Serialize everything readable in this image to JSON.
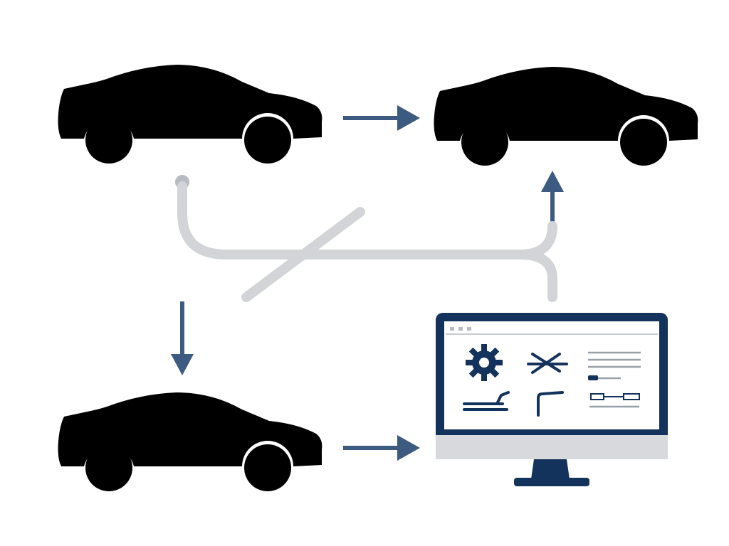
{
  "diagram": {
    "colors": {
      "primary": "#13325c",
      "faded": "#cfd2d6",
      "track": "#d2d4d8",
      "arrow": "#3d5a80",
      "screen_bg": "#ffffff",
      "stand": "#13325c",
      "bezel_bottom": "#d7d9dc"
    },
    "nodes": [
      {
        "id": "car-original",
        "kind": "car",
        "style": "solid"
      },
      {
        "id": "car-ghost",
        "kind": "car",
        "style": "faded"
      },
      {
        "id": "car-duplicate",
        "kind": "car",
        "style": "solid"
      },
      {
        "id": "monitor",
        "kind": "computer"
      }
    ],
    "screen_icons": [
      "gear-icon",
      "cross-tool-icon",
      "text-lines-icon",
      "slider-icon",
      "ramp-tool-icon",
      "bracket-tool-icon",
      "chain-link-icon"
    ],
    "connections": [
      {
        "from": "car-original",
        "to": "car-ghost",
        "style": "arrow"
      },
      {
        "from": "car-original",
        "to": "car-duplicate",
        "style": "arrow"
      },
      {
        "from": "car-duplicate",
        "to": "monitor",
        "style": "arrow"
      },
      {
        "from": "monitor",
        "to": "car-ghost",
        "style": "track-with-arrow"
      }
    ]
  }
}
